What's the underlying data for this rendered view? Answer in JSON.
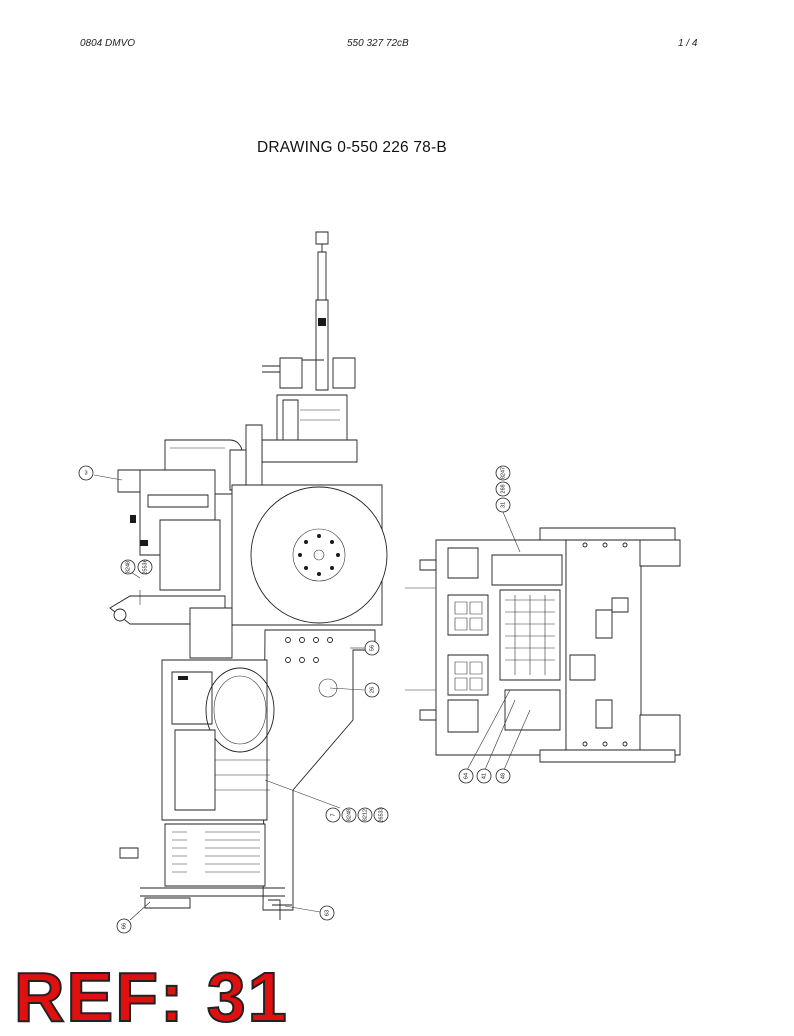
{
  "header": {
    "left": "0804 DMVO",
    "center": "550 327 72cB",
    "right": "1 /   4"
  },
  "title": "DRAWING 0-550 226 78-B",
  "callouts": {
    "c3": "3",
    "c_l1": "8248",
    "c_l2": "25536",
    "c_56": "56",
    "c_26": "26",
    "c_7": "7",
    "c_8": "8248",
    "c_9": "8212",
    "c_10": "26533",
    "c_66": "66",
    "c_63": "63",
    "c_r1": "31",
    "c_r2": "268",
    "c_r3": "8247",
    "c_64": "64",
    "c_41": "41",
    "c_48": "48"
  },
  "ref_label": "REF: 31"
}
